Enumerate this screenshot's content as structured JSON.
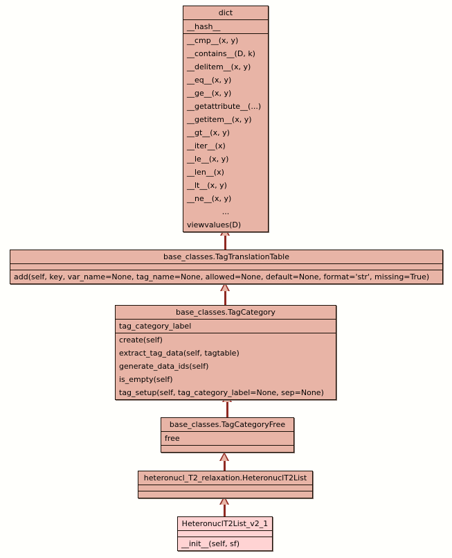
{
  "diagram": {
    "type": "uml-class-diagram",
    "background_color": "#fffffc",
    "class_fill_color": "#e8b4a6",
    "leaf_fill_color": "#ffd3d3",
    "border_color": "#1a1008",
    "edge_color": "#8f2a22",
    "relationship": "generalization"
  },
  "classes": [
    {
      "id": "dict",
      "name": "dict",
      "attributes": [
        "__hash__"
      ],
      "methods": [
        "__cmp__(x, y)",
        "__contains__(D, k)",
        "__delitem__(x, y)",
        "__eq__(x, y)",
        "__ge__(x, y)",
        "__getattribute__(...)",
        "__getitem__(x, y)",
        "__gt__(x, y)",
        "__iter__(x)",
        "__le__(x, y)",
        "__len__(x)",
        "__lt__(x, y)",
        "__ne__(x, y)",
        "...",
        "viewvalues(D)"
      ]
    },
    {
      "id": "tag-translation-table",
      "name": "base_classes.TagTranslationTable",
      "attributes": [],
      "methods": [
        "add(self, key, var_name=None, tag_name=None, allowed=None, default=None, format='str', missing=True)"
      ]
    },
    {
      "id": "tag-category",
      "name": "base_classes.TagCategory",
      "attributes": [
        "tag_category_label"
      ],
      "methods": [
        "create(self)",
        "extract_tag_data(self, tagtable)",
        "generate_data_ids(self)",
        "is_empty(self)",
        "tag_setup(self, tag_category_label=None, sep=None)"
      ]
    },
    {
      "id": "tag-category-free",
      "name": "base_classes.TagCategoryFree",
      "attributes": [
        "free"
      ],
      "methods": []
    },
    {
      "id": "heteronuc-t2-list",
      "name": "heteronucl_T2_relaxation.HeteronuclT2List",
      "attributes": [],
      "methods": []
    },
    {
      "id": "heteronuc-t2-list-v2-1",
      "name": "HeteronuclT2List_v2_1",
      "attributes": [],
      "methods": [
        "__init__(self, sf)"
      ]
    }
  ],
  "edges": [
    {
      "from": "tag-translation-table",
      "to": "dict"
    },
    {
      "from": "tag-category",
      "to": "tag-translation-table"
    },
    {
      "from": "tag-category-free",
      "to": "tag-category"
    },
    {
      "from": "heteronuc-t2-list",
      "to": "tag-category-free"
    },
    {
      "from": "heteronuc-t2-list-v2-1",
      "to": "heteronuc-t2-list"
    }
  ]
}
